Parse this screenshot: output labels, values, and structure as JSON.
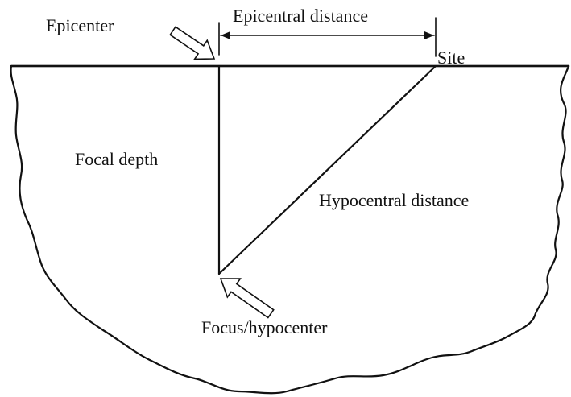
{
  "labels": {
    "epicenter": "Epicenter",
    "epicentral_distance": "Epicentral distance",
    "site": "Site",
    "focal_depth": "Focal depth",
    "hypocentral_distance": "Hypocentral distance",
    "focus": "Focus/hypocenter"
  },
  "icons": {
    "epicenter_arrow": "hollow-arrow-icon",
    "focus_arrow": "hollow-arrow-icon"
  }
}
